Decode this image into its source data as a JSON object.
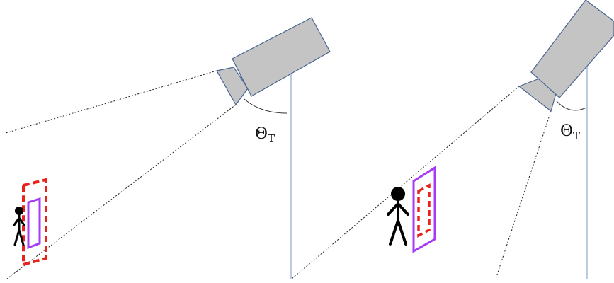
{
  "panels": [
    {
      "angle_label": {
        "symbol": "Θ",
        "subscript": "T"
      }
    },
    {
      "angle_label": {
        "symbol": "Θ",
        "subscript": "T"
      }
    }
  ],
  "colors": {
    "camera_fill": "#c4c4c4",
    "camera_stroke": "#4a6491",
    "vertical_line": "#8ea9cf",
    "fov_line": "#222222",
    "person": "#000000",
    "outer_box": "#e8231d",
    "inner_box": "#a53cf5"
  }
}
